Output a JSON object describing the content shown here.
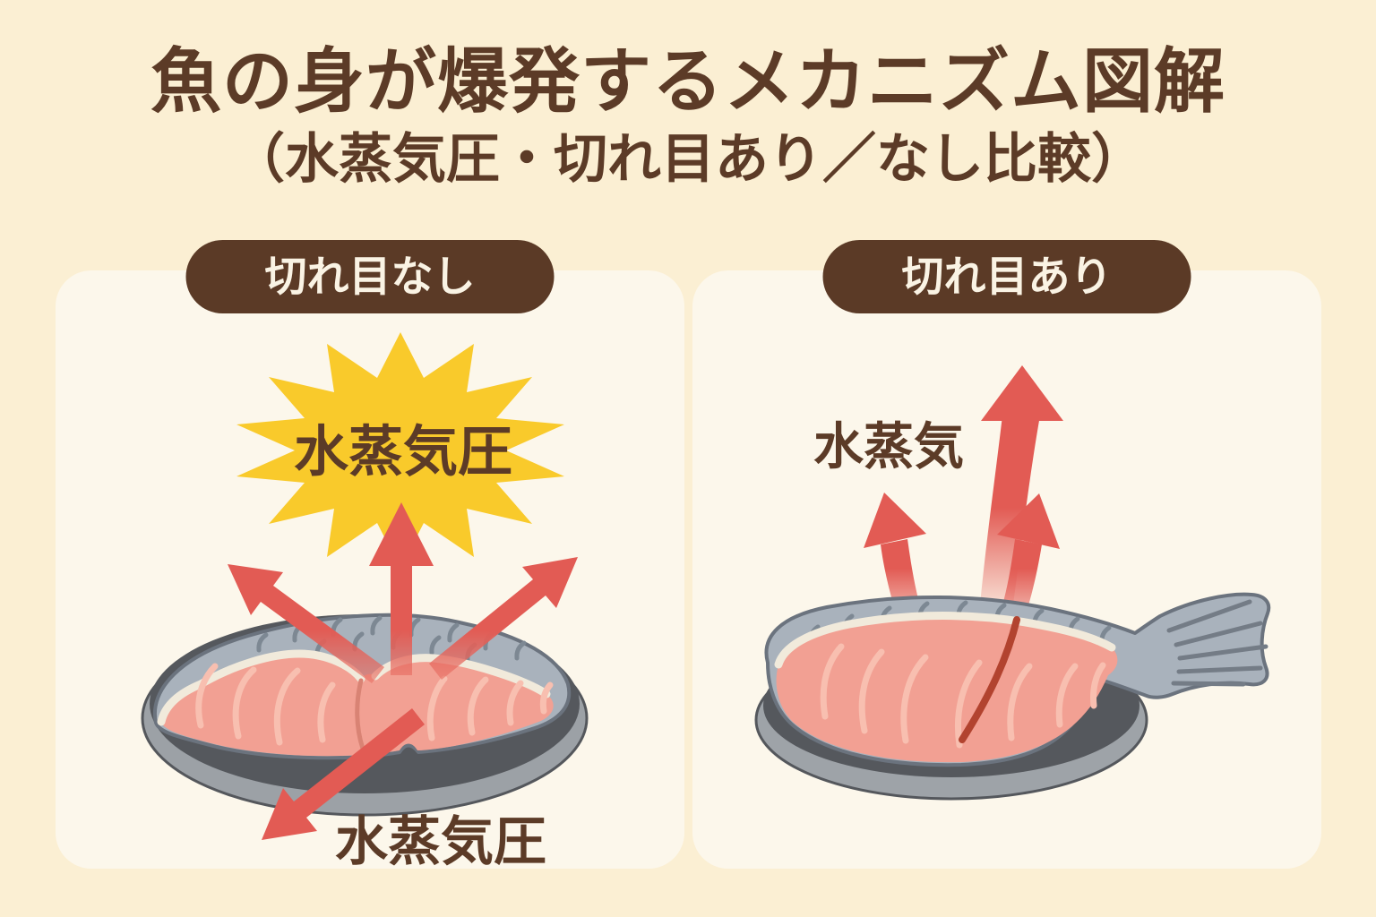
{
  "header": {
    "title": "魚の身が爆発するメカニズム図解",
    "subtitle": "（水蒸気圧・切れ目あり／なし比較）"
  },
  "panels": {
    "left": {
      "badge": "切れ目なし",
      "burst_label": "水蒸気圧",
      "bottom_label": "水蒸気圧"
    },
    "right": {
      "badge": "切れ目あり",
      "steam_label": "水蒸気"
    }
  },
  "icons": {
    "starburst": "explosion-starburst",
    "arrows_left_panel": "pressure-arrows-outward",
    "arrows_right_panel": "steam-arrows-up",
    "fish_left": "fish-steak-no-cut-on-plate",
    "fish_right": "fish-with-cut-on-plate"
  },
  "colors": {
    "page_bg": "#FBEFD3",
    "panel_bg": "#FCF7EB",
    "brown_text": "#5C3B27",
    "badge_bg": "#5B3A26",
    "badge_text": "#FAF3E4",
    "burst_yellow": "#F9CA2B",
    "arrow_red": "#E25B54",
    "plate_dark": "#55585D",
    "plate_light": "#9CA1A6",
    "fish_skin": "#A9B2BC",
    "fish_skin_outline": "#6B737E",
    "fish_flesh": "#F2A093",
    "flesh_stripe": "#F8BFB0",
    "skin_flesh_line": "#F1EADB",
    "cut_line": "#B2432F"
  }
}
